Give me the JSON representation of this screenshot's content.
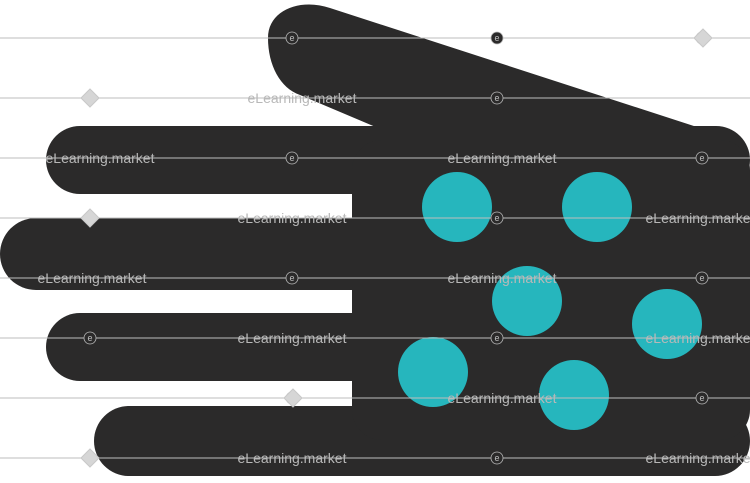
{
  "illustration": {
    "hand_color": "#2b2a2a",
    "spot_color": "#26b6bd",
    "spot_count": 6
  },
  "watermark": {
    "text": "eLearning.market",
    "mark": "e",
    "color": "#b8b8b8",
    "icon": "diamond-icon"
  }
}
